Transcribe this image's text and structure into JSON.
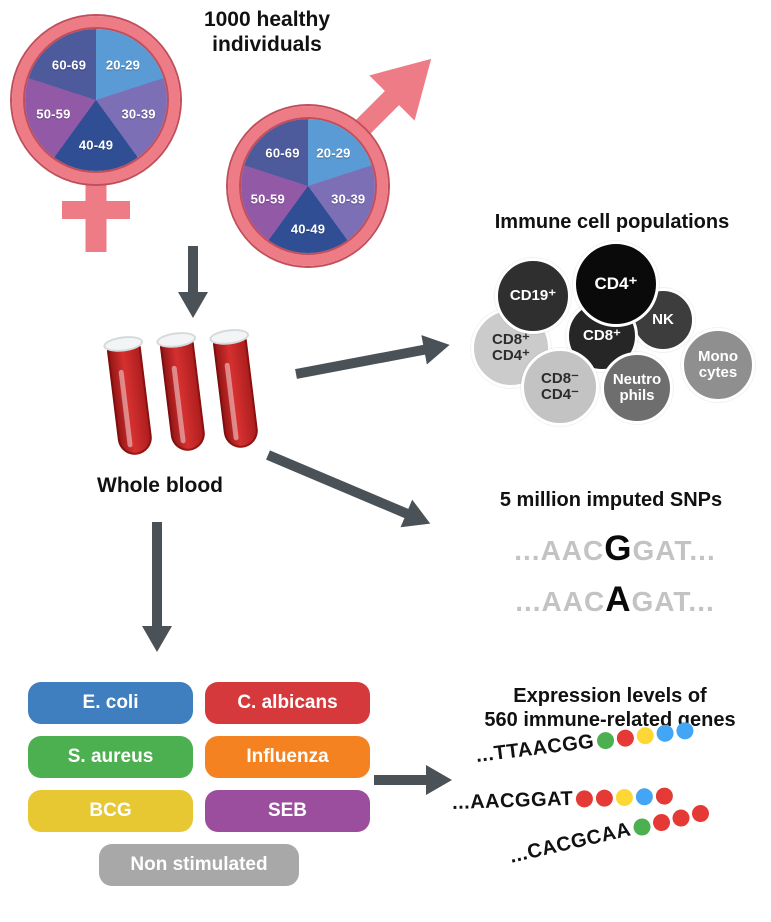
{
  "colors": {
    "gender_symbol": "#ee7c87",
    "arrow": "#4a5257"
  },
  "cohort": {
    "title": "1000 healthy\nindividuals",
    "age_groups": [
      {
        "label": "20-29",
        "color": "#5b9bd5"
      },
      {
        "label": "30-39",
        "color": "#7d6fb5"
      },
      {
        "label": "40-49",
        "color": "#2f4e94"
      },
      {
        "label": "50-59",
        "color": "#9259a7"
      },
      {
        "label": "60-69",
        "color": "#4d5a9c"
      }
    ]
  },
  "blood": {
    "label": "Whole blood"
  },
  "immune": {
    "title": "Immune cell populations",
    "cells": [
      {
        "label": "CD8⁺\nCD4⁺",
        "color": "#cbcbcb",
        "text": "#2d2d2d"
      },
      {
        "label": "CD19⁺",
        "color": "#2f2f2f",
        "text": "#ffffff"
      },
      {
        "label": "NK",
        "color": "#3d3d3d",
        "text": "#ffffff"
      },
      {
        "label": "Mono\ncytes",
        "color": "#8f8f8f",
        "text": "#ffffff"
      },
      {
        "label": "CD8⁺",
        "color": "#262626",
        "text": "#ffffff"
      },
      {
        "label": "CD8⁻\nCD4⁻",
        "color": "#c3c3c3",
        "text": "#2d2d2d"
      },
      {
        "label": "Neutro\nphils",
        "color": "#6e6e6e",
        "text": "#ffffff"
      },
      {
        "label": "CD4⁺",
        "color": "#0a0a0a",
        "text": "#ffffff"
      }
    ]
  },
  "snps": {
    "title": "5 million imputed SNPs",
    "sequences": [
      {
        "pre": "...AAC",
        "variant": "G",
        "post": "GAT..."
      },
      {
        "pre": "...AAC",
        "variant": "A",
        "post": "GAT..."
      }
    ]
  },
  "stimuli": {
    "items": [
      {
        "label": "E. coli",
        "color": "#3f7fbf"
      },
      {
        "label": "C. albicans",
        "color": "#d6393c"
      },
      {
        "label": "S. aureus",
        "color": "#4cb050"
      },
      {
        "label": "Influenza",
        "color": "#f58220"
      },
      {
        "label": "BCG",
        "color": "#e7c832"
      },
      {
        "label": "SEB",
        "color": "#9c4e9e"
      },
      {
        "label": "Non stimulated",
        "color": "#a8a8a8"
      }
    ]
  },
  "expression": {
    "title": "Expression levels of\n560 immune-related genes",
    "rows": [
      {
        "seq": "...TTAACGG",
        "beads": [
          "#4cb050",
          "#e53935",
          "#fdd835",
          "#42a5f5",
          "#42a5f5"
        ]
      },
      {
        "seq": "...AACGGAT",
        "beads": [
          "#e53935",
          "#e53935",
          "#fdd835",
          "#42a5f5",
          "#e53935"
        ]
      },
      {
        "seq": "...CACGCAA",
        "beads": [
          "#4cb050",
          "#e53935",
          "#e53935",
          "#e53935"
        ]
      }
    ]
  }
}
